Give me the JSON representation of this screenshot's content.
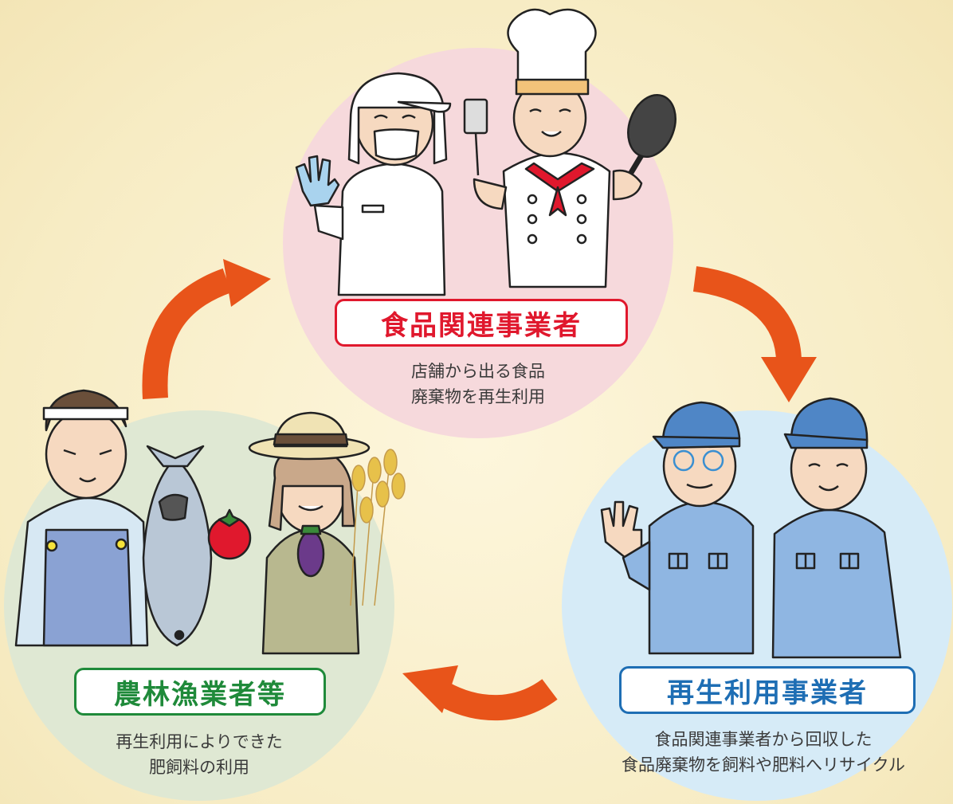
{
  "nodes": {
    "food": {
      "title": "食品関連事業者",
      "desc1": "店舗から出る食品",
      "desc2": "廃棄物を再生利用",
      "circle_color": "#f6d9dc",
      "accent": "#e0182d"
    },
    "recycler": {
      "title": "再生利用事業者",
      "desc1": "食品関連事業者から回収した",
      "desc2": "食品廃棄物を飼料や肥料へリサイクル",
      "circle_color": "#d6ebf7",
      "accent": "#1e6eb4"
    },
    "farmer": {
      "title": "農林漁業者等",
      "desc1": "再生利用によりできた",
      "desc2": "肥飼料の利用",
      "circle_color": "#dfe8d3",
      "accent": "#1f8a3a"
    }
  },
  "arrow_color": "#e8541a"
}
